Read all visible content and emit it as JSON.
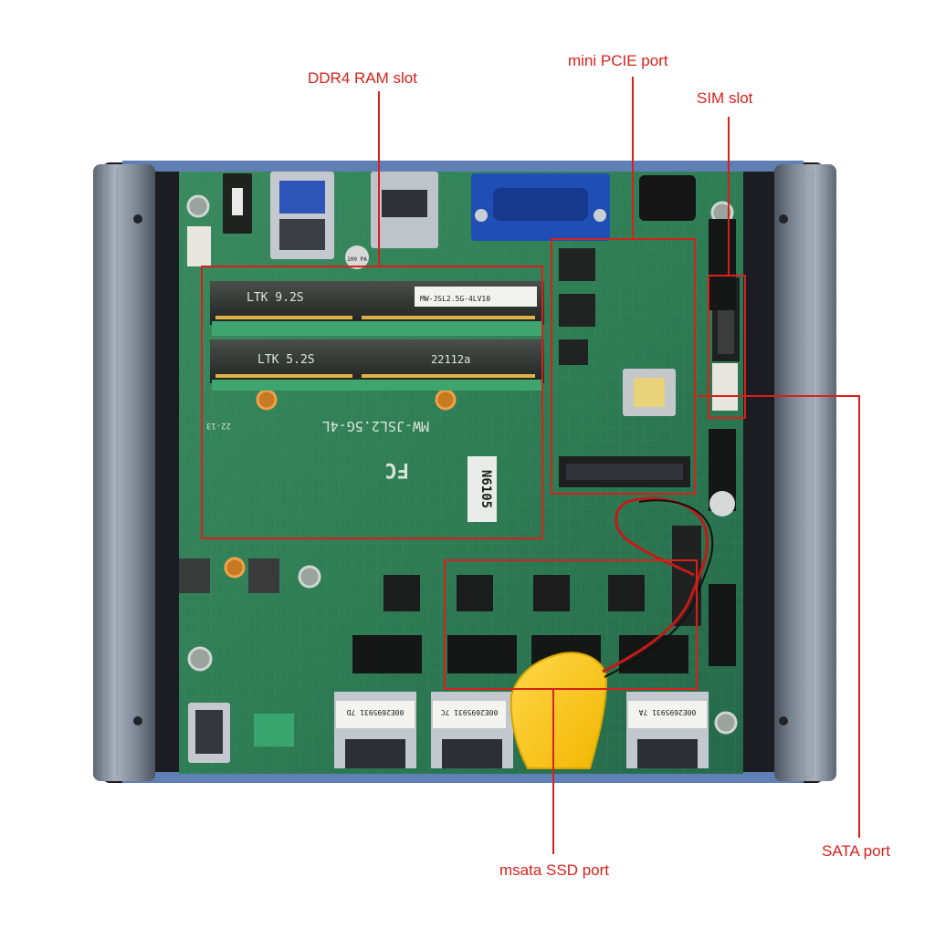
{
  "callouts": {
    "ram": "DDR4 RAM slot",
    "mpcie": "mini PCIE port",
    "sim": "SIM slot",
    "sata": "SATA port",
    "msata": "msata SSD port"
  },
  "board": {
    "model": "MW-JSL2.5G-4L",
    "cpu_label": "N6105",
    "dimm1_sticker": "LTK 9.2S",
    "dimm2_sticker": "LTK 5.2S",
    "dimm_code": "22112a",
    "sticker_serial": "MW-JSL2.5G-4LV10",
    "lan_stickers": [
      "00E2695931 7D",
      "00E2695931 7C",
      "00E2695931 7A"
    ],
    "cap_label": "100 PA",
    "fc_mark": "FC",
    "rev": "22-13"
  },
  "colors": {
    "callout": "#d9201a",
    "pcb": "#2f7d55",
    "case": "#8a93a1",
    "vga": "#1f4fb5",
    "battery_wire": "#c41a17"
  }
}
